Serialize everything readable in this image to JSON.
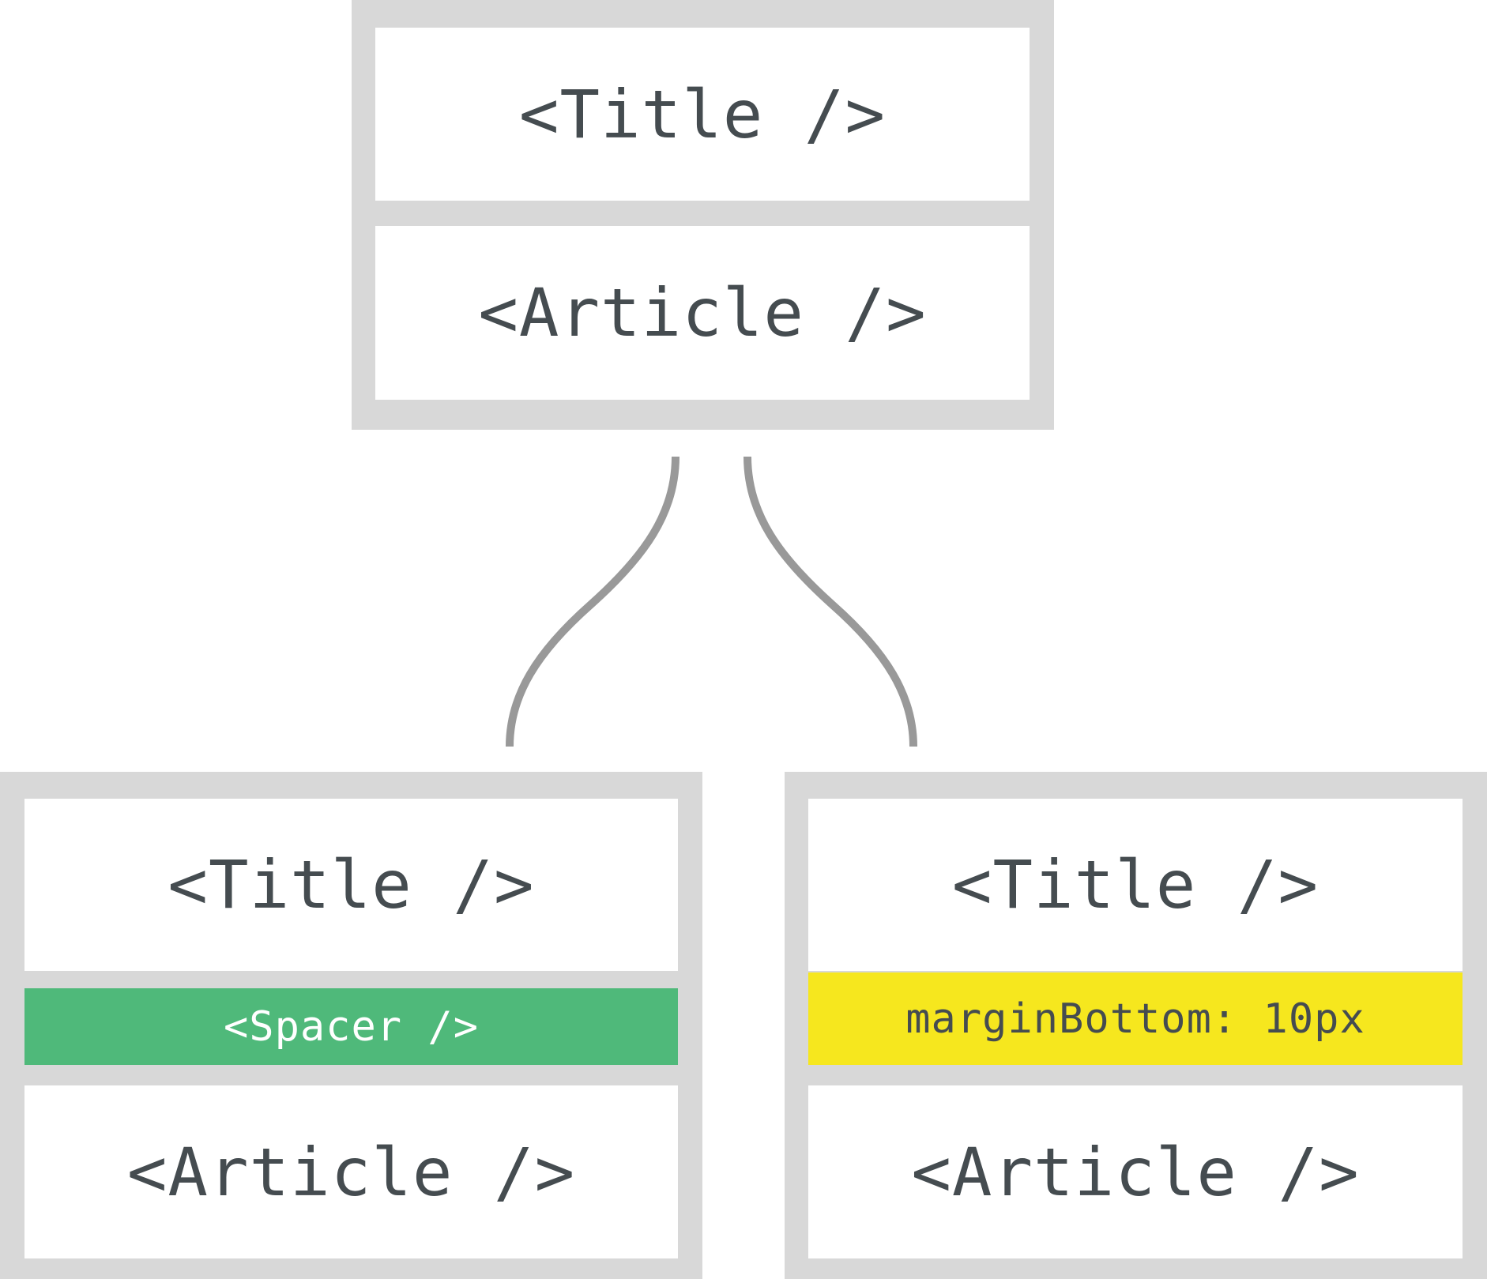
{
  "colors": {
    "frame": "#d8d8d8",
    "text": "#454c50",
    "spacer": "#4fb97a",
    "margin": "#f6e71e",
    "connector": "#999999"
  },
  "top": {
    "title": "<Title />",
    "article": "<Article />"
  },
  "left": {
    "title": "<Title />",
    "spacer": "<Spacer />",
    "article": "<Article />"
  },
  "right": {
    "title": "<Title />",
    "margin": "marginBottom: 10px",
    "article": "<Article />"
  }
}
